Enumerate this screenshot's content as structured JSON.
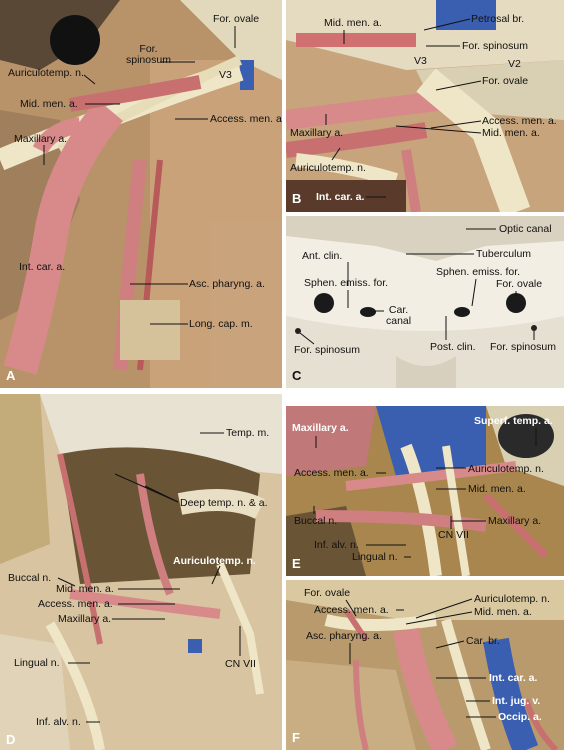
{
  "panels": {
    "A": {
      "letter": "A",
      "labels": {
        "for_ovale": "For. ovale",
        "for_spinosum": "For.\nspinosum",
        "auriculotemp": "Auriculotemp. n.",
        "v3": "V3",
        "mid_men": "Mid. men. a.",
        "access_men": "Access. men. a.",
        "maxillary": "Maxillary a.",
        "int_car": "Int. car. a.",
        "asc_pharyng": "Asc. pharyng. a.",
        "long_cap": "Long. cap. m."
      }
    },
    "B": {
      "letter": "B",
      "labels": {
        "mid_men_top": "Mid. men. a.",
        "petrosal_br": "Petrosal br.",
        "for_spinosum": "For. spinosum",
        "v3": "V3",
        "v2": "V2",
        "for_ovale": "For. ovale",
        "maxillary": "Maxillary a.",
        "access_men": "Access. men. a.",
        "mid_men_bottom": "Mid. men. a.",
        "auriculotemp": "Auriculotemp. n.",
        "int_car": "Int. car. a."
      }
    },
    "C": {
      "letter": "C",
      "labels": {
        "optic_canal": "Optic canal",
        "ant_clin": "Ant. clin.",
        "tuberculum": "Tuberculum",
        "sphen_emiss_left": "Sphen. emiss. for.",
        "sphen_emiss_right": "Sphen. emiss. for.",
        "for_ovale": "For. ovale",
        "car_canal": "Car.\ncanal",
        "for_spinosum_left": "For. spinosum",
        "post_clin": "Post. clin.",
        "for_spinosum_right": "For. spinosum"
      }
    },
    "D": {
      "letter": "D",
      "labels": {
        "temp_m": "Temp. m.",
        "deep_temp": "Deep temp. n. & a.",
        "auriculotemp": "Auriculotemp. n.",
        "buccal": "Buccal n.",
        "mid_men": "Mid. men. a.",
        "access_men": "Access. men. a.",
        "maxillary": "Maxillary a.",
        "cn_vii": "CN VII",
        "lingual": "Lingual n.",
        "inf_alv": "Inf. alv. n."
      }
    },
    "E": {
      "letter": "E",
      "labels": {
        "maxillary_top": "Maxillary a.",
        "superf_temp": "Superf. temp. a.",
        "access_men": "Access. men. a.",
        "auriculotemp": "Auriculotemp. n.",
        "mid_men": "Mid. men. a.",
        "buccal": "Buccal n.",
        "maxillary": "Maxillary a.",
        "cn_vii": "CN VII",
        "inf_alv": "Inf. alv. n.",
        "lingual": "Lingual n."
      }
    },
    "F": {
      "letter": "F",
      "labels": {
        "for_ovale": "For. ovale",
        "auriculotemp": "Auriculotemp. n.",
        "access_men": "Access. men. a.",
        "mid_men": "Mid. men. a.",
        "asc_pharyng": "Asc. pharyng. a.",
        "car_br": "Car. br.",
        "int_car": "Int. car. a.",
        "int_jug": "Int. jug. v.",
        "occip": "Occip. a."
      }
    }
  },
  "colors": {
    "artery": "#d88a8a",
    "artery_dark": "#b85a5a",
    "nerve": "#efe6c8",
    "vein": "#3a5fb0",
    "tissue": "#c9a27a",
    "bone": "#e9e2cc",
    "dark_tissue": "#4a3a2a"
  }
}
